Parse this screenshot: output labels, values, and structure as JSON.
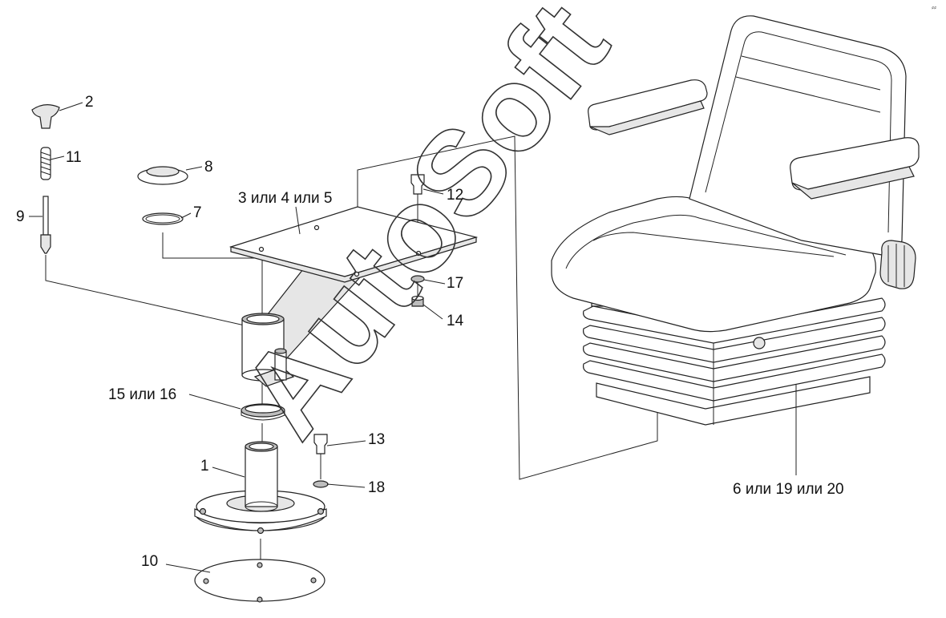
{
  "watermark": "AutoSoft",
  "corner_mark": "⸗⸗",
  "callouts": [
    {
      "id": "c1",
      "text": "1"
    },
    {
      "id": "c2",
      "text": "2"
    },
    {
      "id": "c3",
      "text": "3 или 4 или 5"
    },
    {
      "id": "c6",
      "text": "6 или 19 или 20"
    },
    {
      "id": "c7",
      "text": "7"
    },
    {
      "id": "c8",
      "text": "8"
    },
    {
      "id": "c9",
      "text": "9"
    },
    {
      "id": "c10",
      "text": "10"
    },
    {
      "id": "c11",
      "text": "11"
    },
    {
      "id": "c12",
      "text": "12"
    },
    {
      "id": "c13",
      "text": "13"
    },
    {
      "id": "c14",
      "text": "14"
    },
    {
      "id": "c15",
      "text": "15 или 16"
    },
    {
      "id": "c17",
      "text": "17"
    },
    {
      "id": "c18",
      "text": "18"
    }
  ]
}
